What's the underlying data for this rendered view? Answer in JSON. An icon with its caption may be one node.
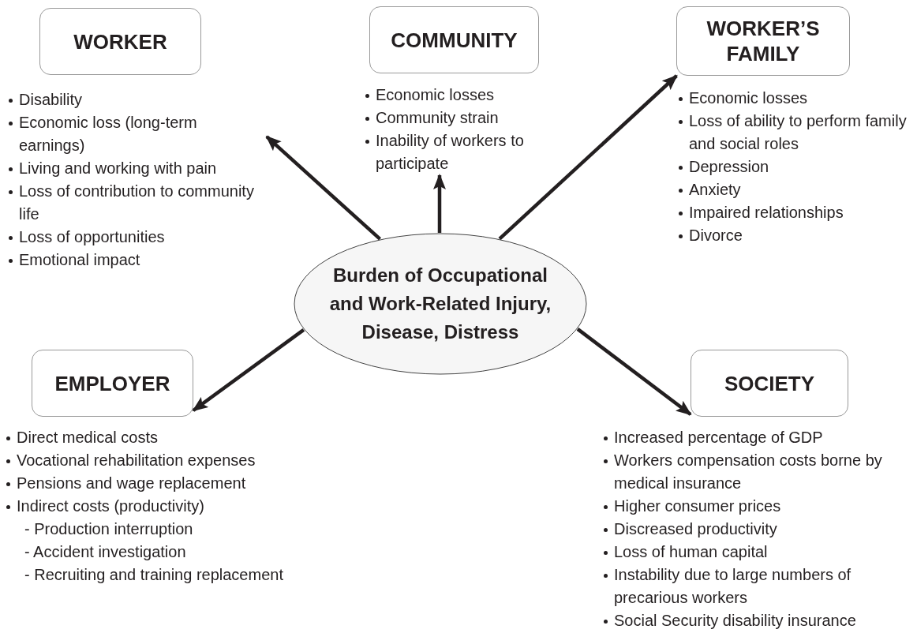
{
  "diagram": {
    "nodes": [
      {
        "text": [
          "WORKER"
        ]
      },
      {
        "text": [
          "Disability",
          "Economic loss (long-term earnings)",
          "Living and working with pain",
          "Loss of contribution to community life",
          "Loss of opportunities",
          "Emotional impact"
        ]
      },
      {
        "text": [
          "COMMUNITY"
        ]
      },
      {
        "text": [
          "Economic losses",
          "Community strain",
          "Inability of workers to participate"
        ]
      },
      {
        "text": [
          "WORKER’S FAMILY"
        ]
      },
      {
        "text": [
          "Economic losses",
          "Loss of ability to perform family and social roles",
          "Depression",
          "Anxiety",
          "Impaired relationships",
          "Divorce"
        ]
      },
      {
        "text": [
          "Burden of Occupational and Work-Related Injury, Disease, Distress"
        ]
      },
      {
        "text": [
          "EMPLOYER"
        ]
      },
      {
        "text": [
          "Direct medical costs",
          "Vocational rehabilitation expenses",
          "Pensions and wage replacement",
          "Indirect costs (productivity)",
          "- Production interruption",
          "- Accident investigation",
          "- Recruiting and training replacement"
        ]
      },
      {
        "text": [
          "SOCIETY"
        ]
      },
      {
        "text": [
          "Increased percentage of GDP",
          "Workers compensation costs borne by medical insurance",
          "Higher consumer prices",
          "Discreased productivity",
          "Loss of human capital",
          "Instability due to large numbers of precarious workers",
          "Social Security disability insurance"
        ]
      }
    ],
    "edges": [
      {
        "from": 6,
        "to": 1,
        "arrow": "to"
      },
      {
        "from": 6,
        "to": 3,
        "arrow": "to"
      },
      {
        "from": 6,
        "to": 4,
        "arrow": "to"
      },
      {
        "from": 6,
        "to": 7,
        "arrow": "to"
      },
      {
        "from": 6,
        "to": 9,
        "arrow": "to"
      }
    ]
  }
}
